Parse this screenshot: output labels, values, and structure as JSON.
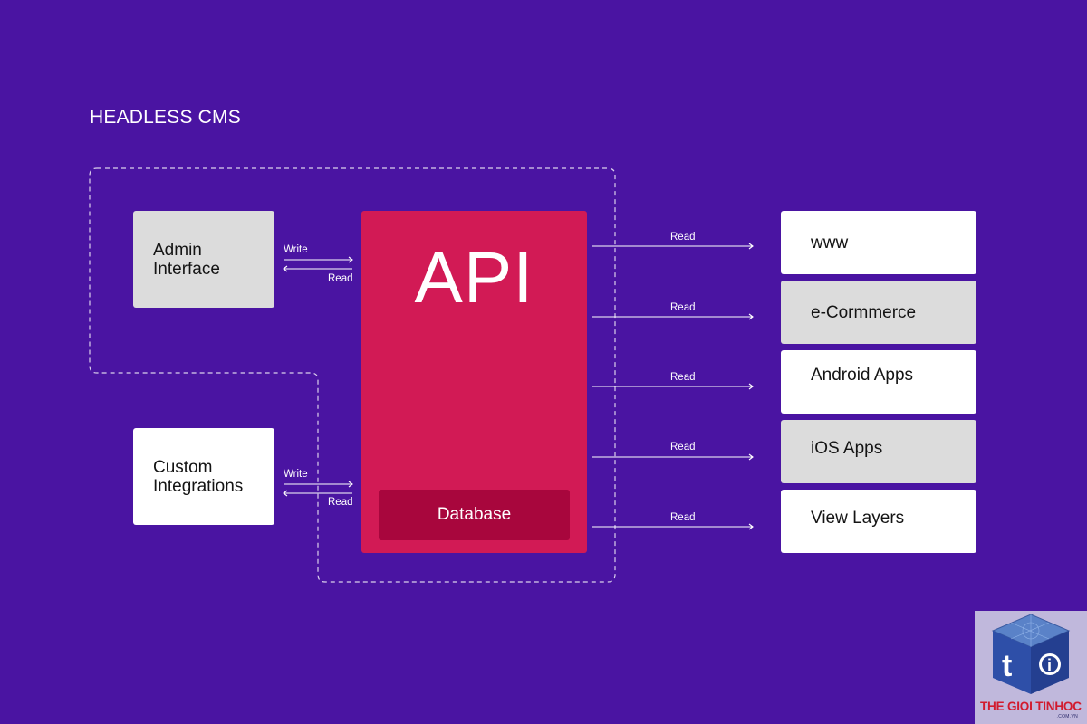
{
  "title": "HEADLESS CMS",
  "sources": [
    {
      "label_line1": "Admin",
      "label_line2": "Interface",
      "write_label": "Write",
      "read_label": "Read"
    },
    {
      "label_line1": "Custom",
      "label_line2": "Integrations",
      "write_label": "Write",
      "read_label": "Read"
    }
  ],
  "api": {
    "label": "API",
    "database_label": "Database"
  },
  "outputs": [
    {
      "label": "www",
      "arrow_label": "Read"
    },
    {
      "label": "e-Cormmerce",
      "arrow_label": "Read"
    },
    {
      "label": "Android Apps",
      "arrow_label": "Read"
    },
    {
      "label": "iOS Apps",
      "arrow_label": "Read"
    },
    {
      "label": "View Layers",
      "arrow_label": "Read"
    }
  ],
  "watermark": {
    "brand": "THE GIOI TINHOC",
    "domain": ".COM.VN"
  },
  "colors": {
    "background": "#4a14a2",
    "api": "#d21a55",
    "database": "#a8063d",
    "grey_box": "#dcdcdc",
    "white_box": "#ffffff"
  }
}
